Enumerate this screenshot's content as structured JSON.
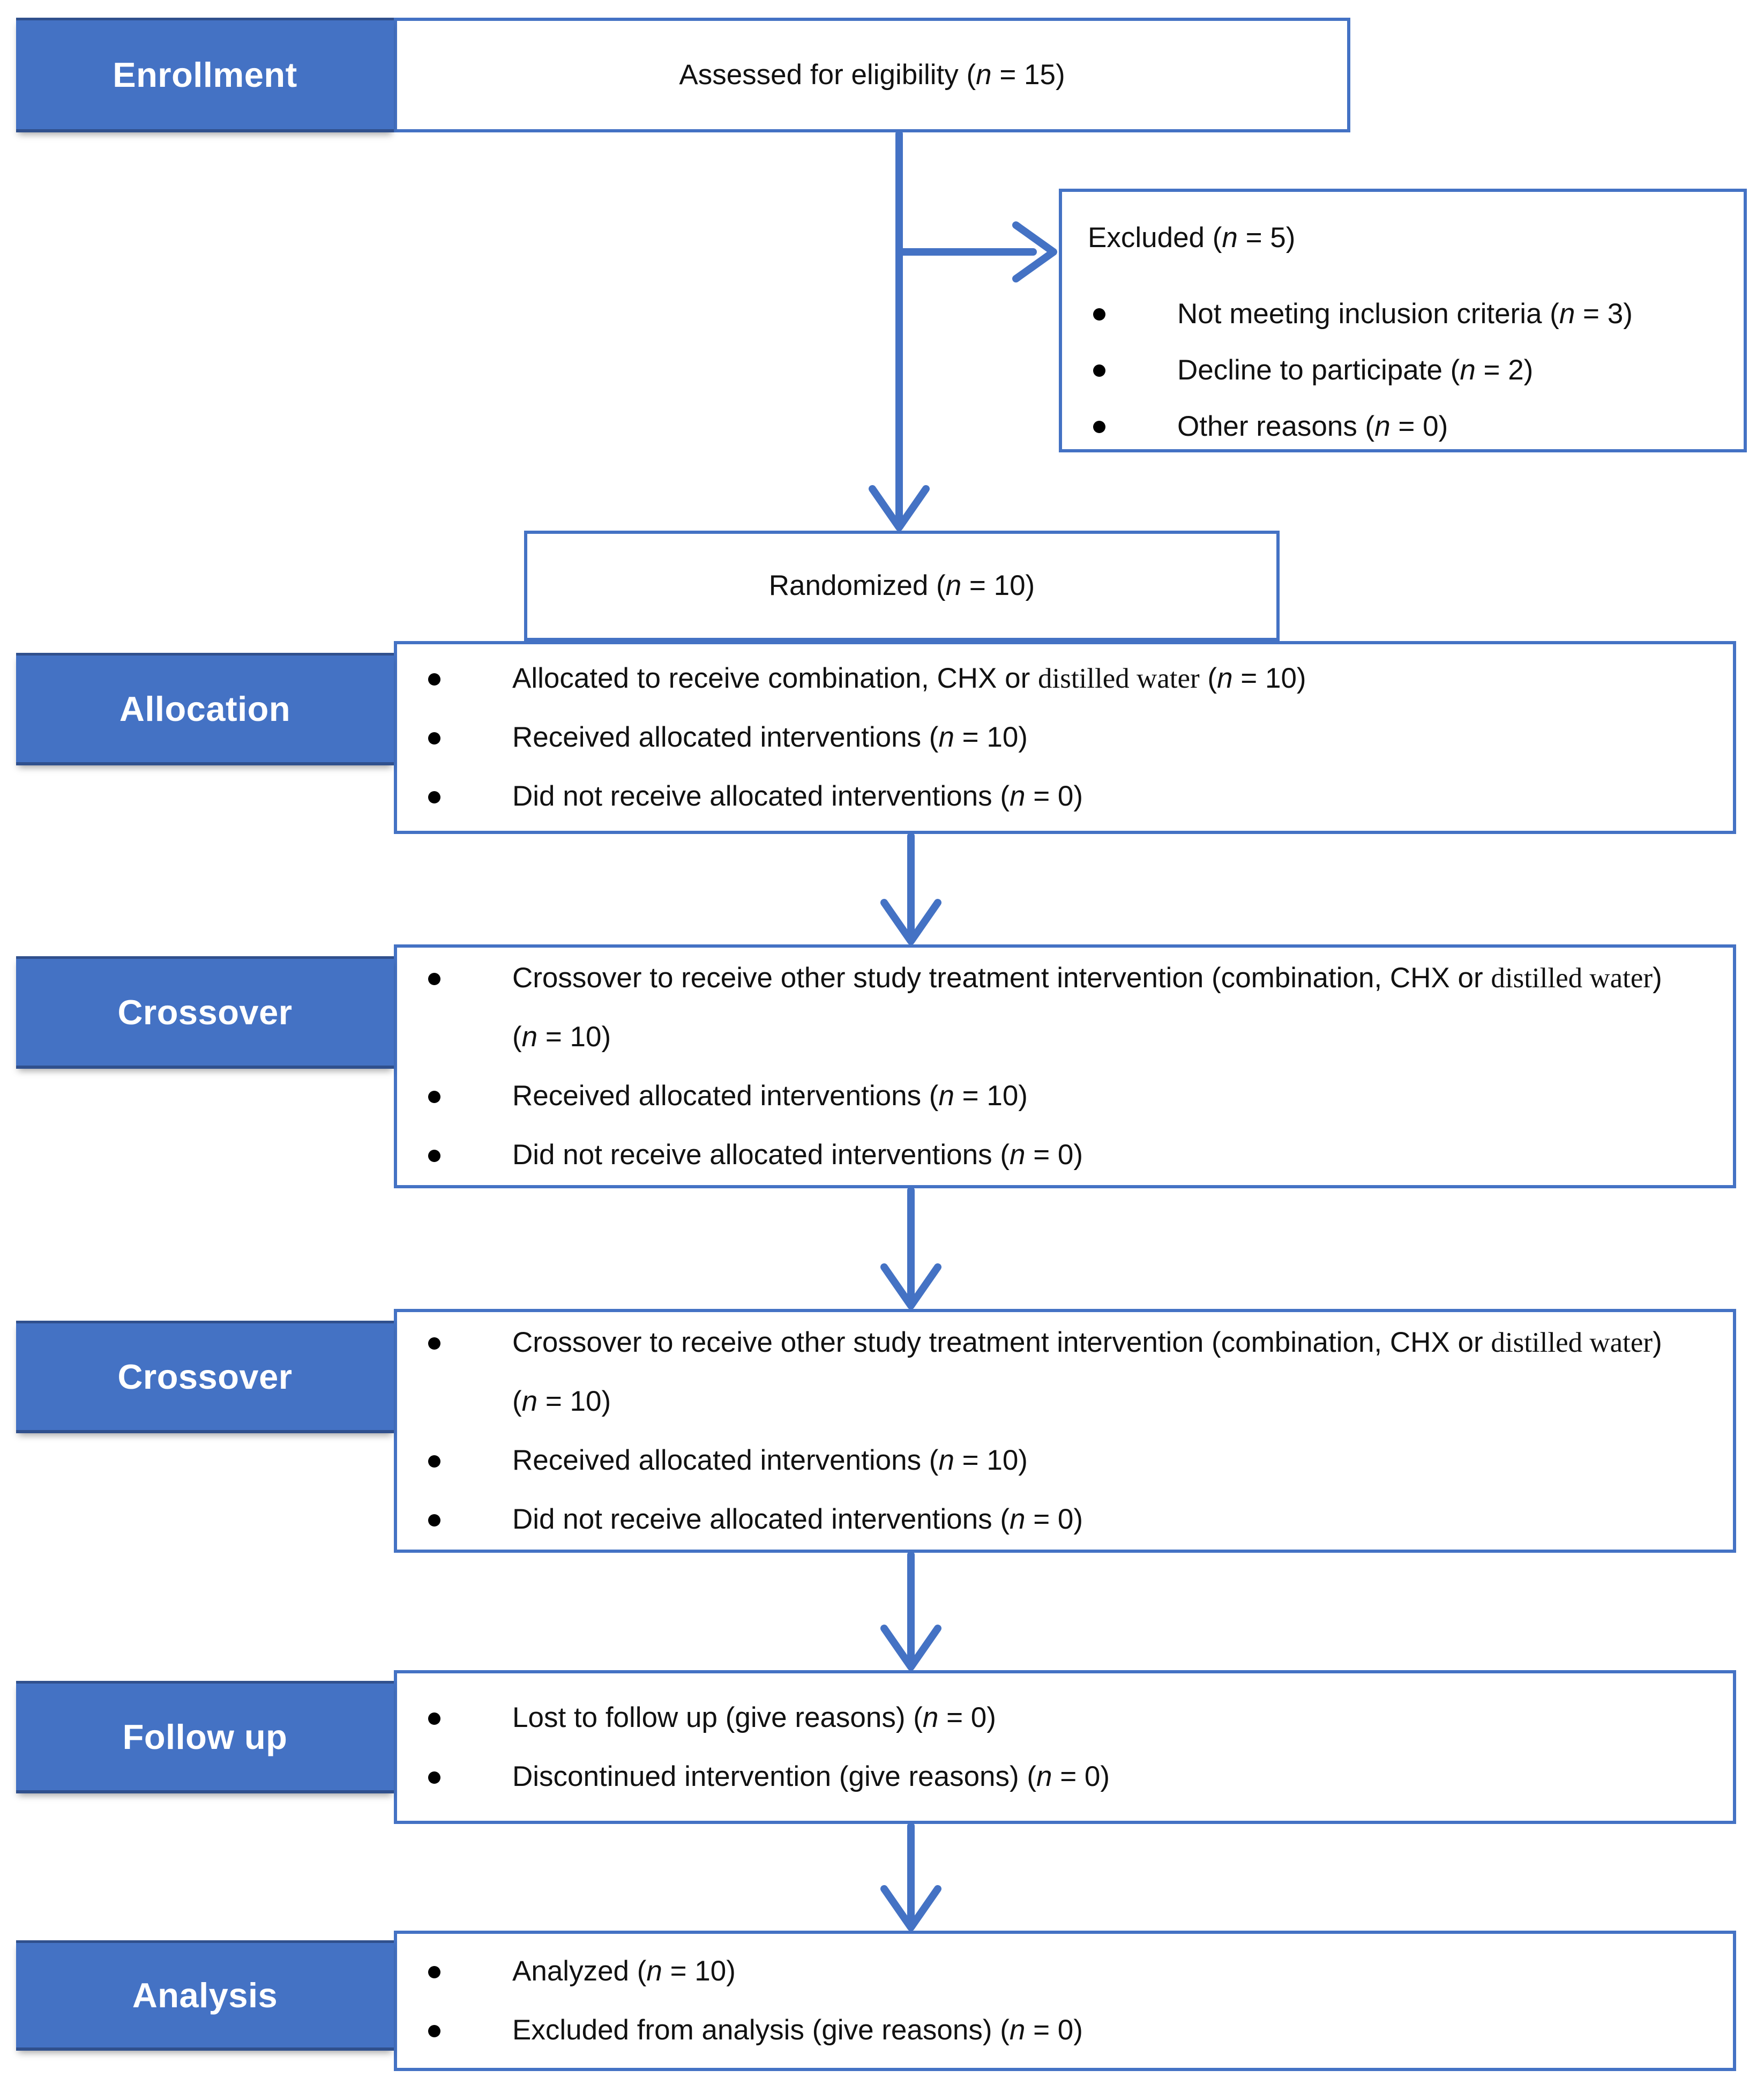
{
  "palette": {
    "accent_blue": "#4472C4",
    "label_text": "#FFFFFF",
    "body_text": "#111111",
    "background": "#FFFFFF"
  },
  "stages": {
    "enrollment": {
      "label": "Enrollment"
    },
    "assessed": {
      "text": "Assessed for eligibility ({i}n{/i} = 15)"
    },
    "excluded": {
      "title": "Excluded ({i}n{/i} = 5)",
      "bullets": [
        "Not meeting inclusion criteria ({i}n{/i} = 3)",
        "Decline to participate ({i}n{/i} = 2)",
        "Other reasons ({i}n{/i} = 0)"
      ]
    },
    "randomized": {
      "text": "Randomized ({i}n{/i} = 10)"
    },
    "allocation": {
      "label": "Allocation",
      "bullets": [
        "Allocated to receive combination, CHX or {serif}distilled water{/serif} ({i}n{/i} = 10)",
        "Received allocated interventions ({i}n{/i} = 10)",
        "Did not receive allocated interventions ({i}n{/i} = 0)"
      ]
    },
    "crossover1": {
      "label": "Crossover",
      "bullets": [
        "Crossover to receive other study treatment intervention (combination, CHX or {serif}distilled water{/serif}) ({i}n{/i} = 10)",
        "Received allocated interventions ({i}n{/i} = 10)",
        "Did not receive allocated interventions ({i}n{/i} = 0)"
      ]
    },
    "crossover2": {
      "label": "Crossover",
      "bullets": [
        "Crossover to receive other study treatment intervention (combination, CHX or {serif}distilled water{/serif}) ({i}n{/i} = 10)",
        "Received allocated interventions ({i}n{/i} = 10)",
        "Did not receive allocated interventions ({i}n{/i} = 0)"
      ]
    },
    "followup": {
      "label": "Follow up",
      "bullets": [
        "Lost to follow up (give reasons) ({i}n{/i} = 0)",
        "Discontinued intervention (give reasons) ({i}n{/i} = 0)"
      ]
    },
    "analysis": {
      "label": "Analysis",
      "bullets": [
        "Analyzed ({i}n{/i} = 10)",
        "Excluded from analysis (give reasons) ({i}n{/i} = 0)"
      ]
    }
  }
}
